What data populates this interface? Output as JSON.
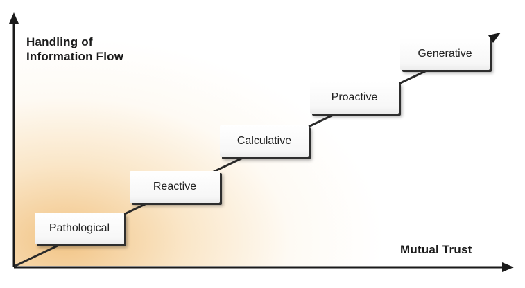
{
  "y_axis_title_line1": "Handling of",
  "y_axis_title_line2": "Information Flow",
  "x_axis_title": "Mutual Trust",
  "steps": [
    {
      "label": "Pathological"
    },
    {
      "label": "Reactive"
    },
    {
      "label": "Calculative"
    },
    {
      "label": "Proactive"
    },
    {
      "label": "Generative"
    }
  ],
  "colors": {
    "background_glow": "#f0b868",
    "axis": "#1a1a1a",
    "box_shadow": "#2e2e2e"
  }
}
